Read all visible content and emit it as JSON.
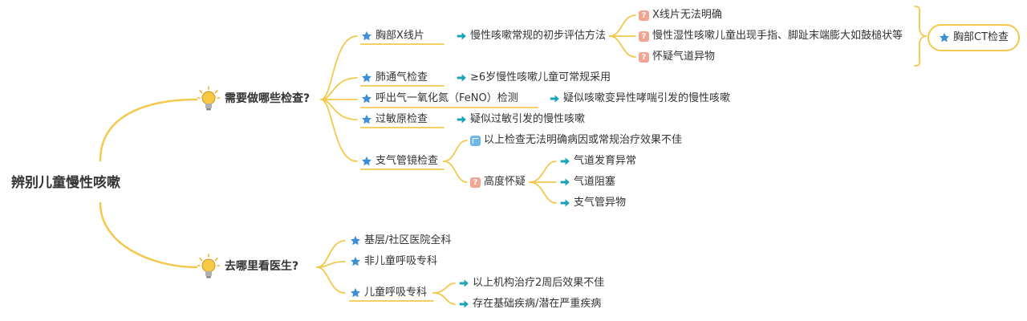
{
  "root": "辨别儿童慢性咳嗽",
  "exams": {
    "title": "需要做哪些检查?",
    "xray": "胸部X线片",
    "xray_desc": "慢性咳嗽常规的初步评估方法",
    "xray_cond1": "X线片无法明确",
    "xray_cond2": "慢性湿性咳嗽儿童出现手指、脚趾末端膨大如鼓槌状等",
    "xray_cond3": "怀疑气道异物",
    "ct": "胸部CT检查",
    "lung": "肺通气检查",
    "lung_desc": "≥6岁慢性咳嗽儿童可常规采用",
    "feno": "呼出气一氧化氮（FeNO）检测",
    "feno_desc": "疑似咳嗽变异性哮喘引发的慢性咳嗽",
    "allergy": "过敏原检查",
    "allergy_desc": "疑似过敏引发的慢性咳嗽",
    "broncho": "支气管镜检查",
    "broncho_cond1": "以上检查无法明确病因或常规治疗效果不佳",
    "broncho_cond2": "高度怀疑",
    "suspect1": "气道发育异常",
    "suspect2": "气道阻塞",
    "suspect3": "支气管异物"
  },
  "doctors": {
    "title": "去哪里看医生?",
    "d1": "基层/社区医院全科",
    "d2": "非儿童呼吸专科",
    "d3": "儿童呼吸专科",
    "d3_r1": "以上机构治疗2周后效果不佳",
    "d3_r2": "存在基础疾病/潜在严重疾病"
  },
  "colors": {
    "line": "#f2c94c",
    "star": "#3f8fd6",
    "arrow": "#1ba3b8",
    "question": "#f3a594",
    "flag": "#6fb7e6"
  }
}
